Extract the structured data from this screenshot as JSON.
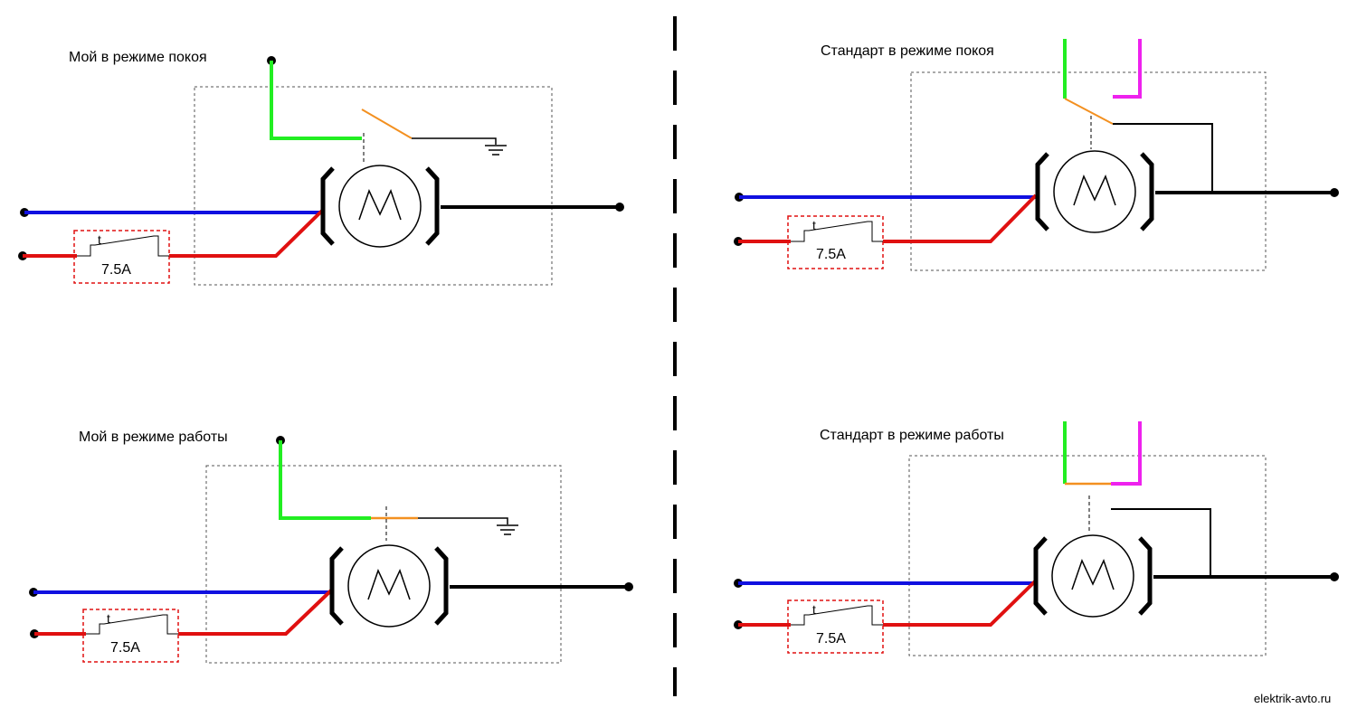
{
  "panels": {
    "my_idle": {
      "title": "Мой в режиме покоя",
      "fuse_rating": "7.5A",
      "fuse_t": "t",
      "motor": "M"
    },
    "my_work": {
      "title": "Мой в режиме работы",
      "fuse_rating": "7.5A",
      "fuse_t": "t",
      "motor": "M"
    },
    "std_idle": {
      "title": "Стандарт в режиме покоя",
      "fuse_rating": "7.5A",
      "fuse_t": "t",
      "motor": "M"
    },
    "std_work": {
      "title": "Стандарт в режиме работы",
      "fuse_rating": "7.5A",
      "fuse_t": "t",
      "motor": "M"
    }
  },
  "watermark": "elektrik-avto.ru",
  "colors": {
    "blue_wire": "#1010e0",
    "red_wire": "#e01010",
    "green_wire": "#22ee22",
    "orange_wire": "#f39020",
    "magenta_wire": "#ee22ee",
    "black_wire": "#000000",
    "fuse_box": "#e01010",
    "module_box": "#555555"
  }
}
